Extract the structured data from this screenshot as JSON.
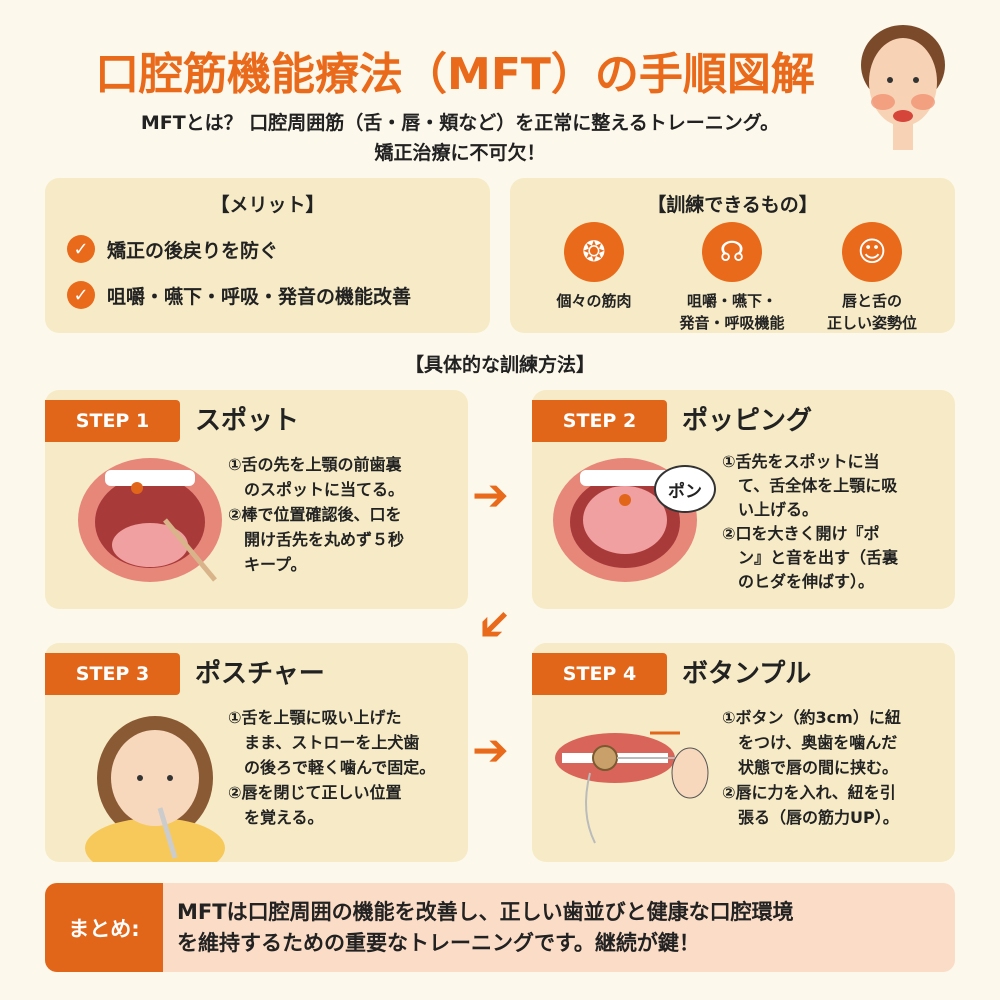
{
  "title": "口腔筋機能療法（MFT）の手順図解",
  "intro": {
    "line1": "MFTとは？ 口腔周囲筋（舌・唇・頬など）を正常に整えるトレーニング。",
    "line2": "矯正治療に不可欠！"
  },
  "merits": {
    "heading": "【メリット】",
    "items": [
      "矯正の後戻りを防ぐ",
      "咀嚼・嚥下・呼吸・発音の機能改善"
    ]
  },
  "trainable": {
    "heading": "【訓練できるもの】",
    "items": [
      {
        "icon": "muscle-icon",
        "lines": [
          "個々の筋肉",
          ""
        ]
      },
      {
        "icon": "head-profile-icon",
        "lines": [
          "咀嚼・嚥下・",
          "発音・呼吸機能"
        ]
      },
      {
        "icon": "tongue-lips-icon",
        "lines": [
          "唇と舌の",
          "正しい姿勢位"
        ]
      }
    ]
  },
  "methods_heading": "【具体的な訓練方法】",
  "steps": [
    {
      "tag": "STEP 1",
      "name": "スポット",
      "text": "①舌の先を上顎の前歯裏\n　のスポットに当てる。\n②棒で位置確認後、口を\n　開け舌先を丸めず５秒\n　キープ。"
    },
    {
      "tag": "STEP 2",
      "name": "ポッピング",
      "bubble": "ポン",
      "text": "①舌先をスポットに当\n　て、舌全体を上顎に吸\n　い上げる。\n②口を大きく開け『ポ\n　ン』と音を出す（舌裏\n　のヒダを伸ばす）。"
    },
    {
      "tag": "STEP 3",
      "name": "ポスチャー",
      "text": "①舌を上顎に吸い上げた\n　まま、ストローを上犬歯\n　の後ろで軽く噛んで固定。\n②唇を閉じて正しい位置\n　を覚える。"
    },
    {
      "tag": "STEP 4",
      "name": "ボタンプル",
      "text": "①ボタン（約3cm）に紐\n　をつけ、奥歯を噛んだ\n　状態で唇の間に挟む。\n②唇に力を入れ、紐を引\n　張る（唇の筋力UP）。"
    }
  ],
  "summary": {
    "label": "まとめ:",
    "line1": "MFTは口腔周囲の機能を改善し、正しい歯並びと健康な口腔環境",
    "line2": "を維持するための重要なトレーニングです。継続が鍵！"
  },
  "colors": {
    "accent": "#ea6a1c",
    "card": "#f6ebc6",
    "background": "#fcf8ec",
    "summary": "#fbdcc6"
  }
}
